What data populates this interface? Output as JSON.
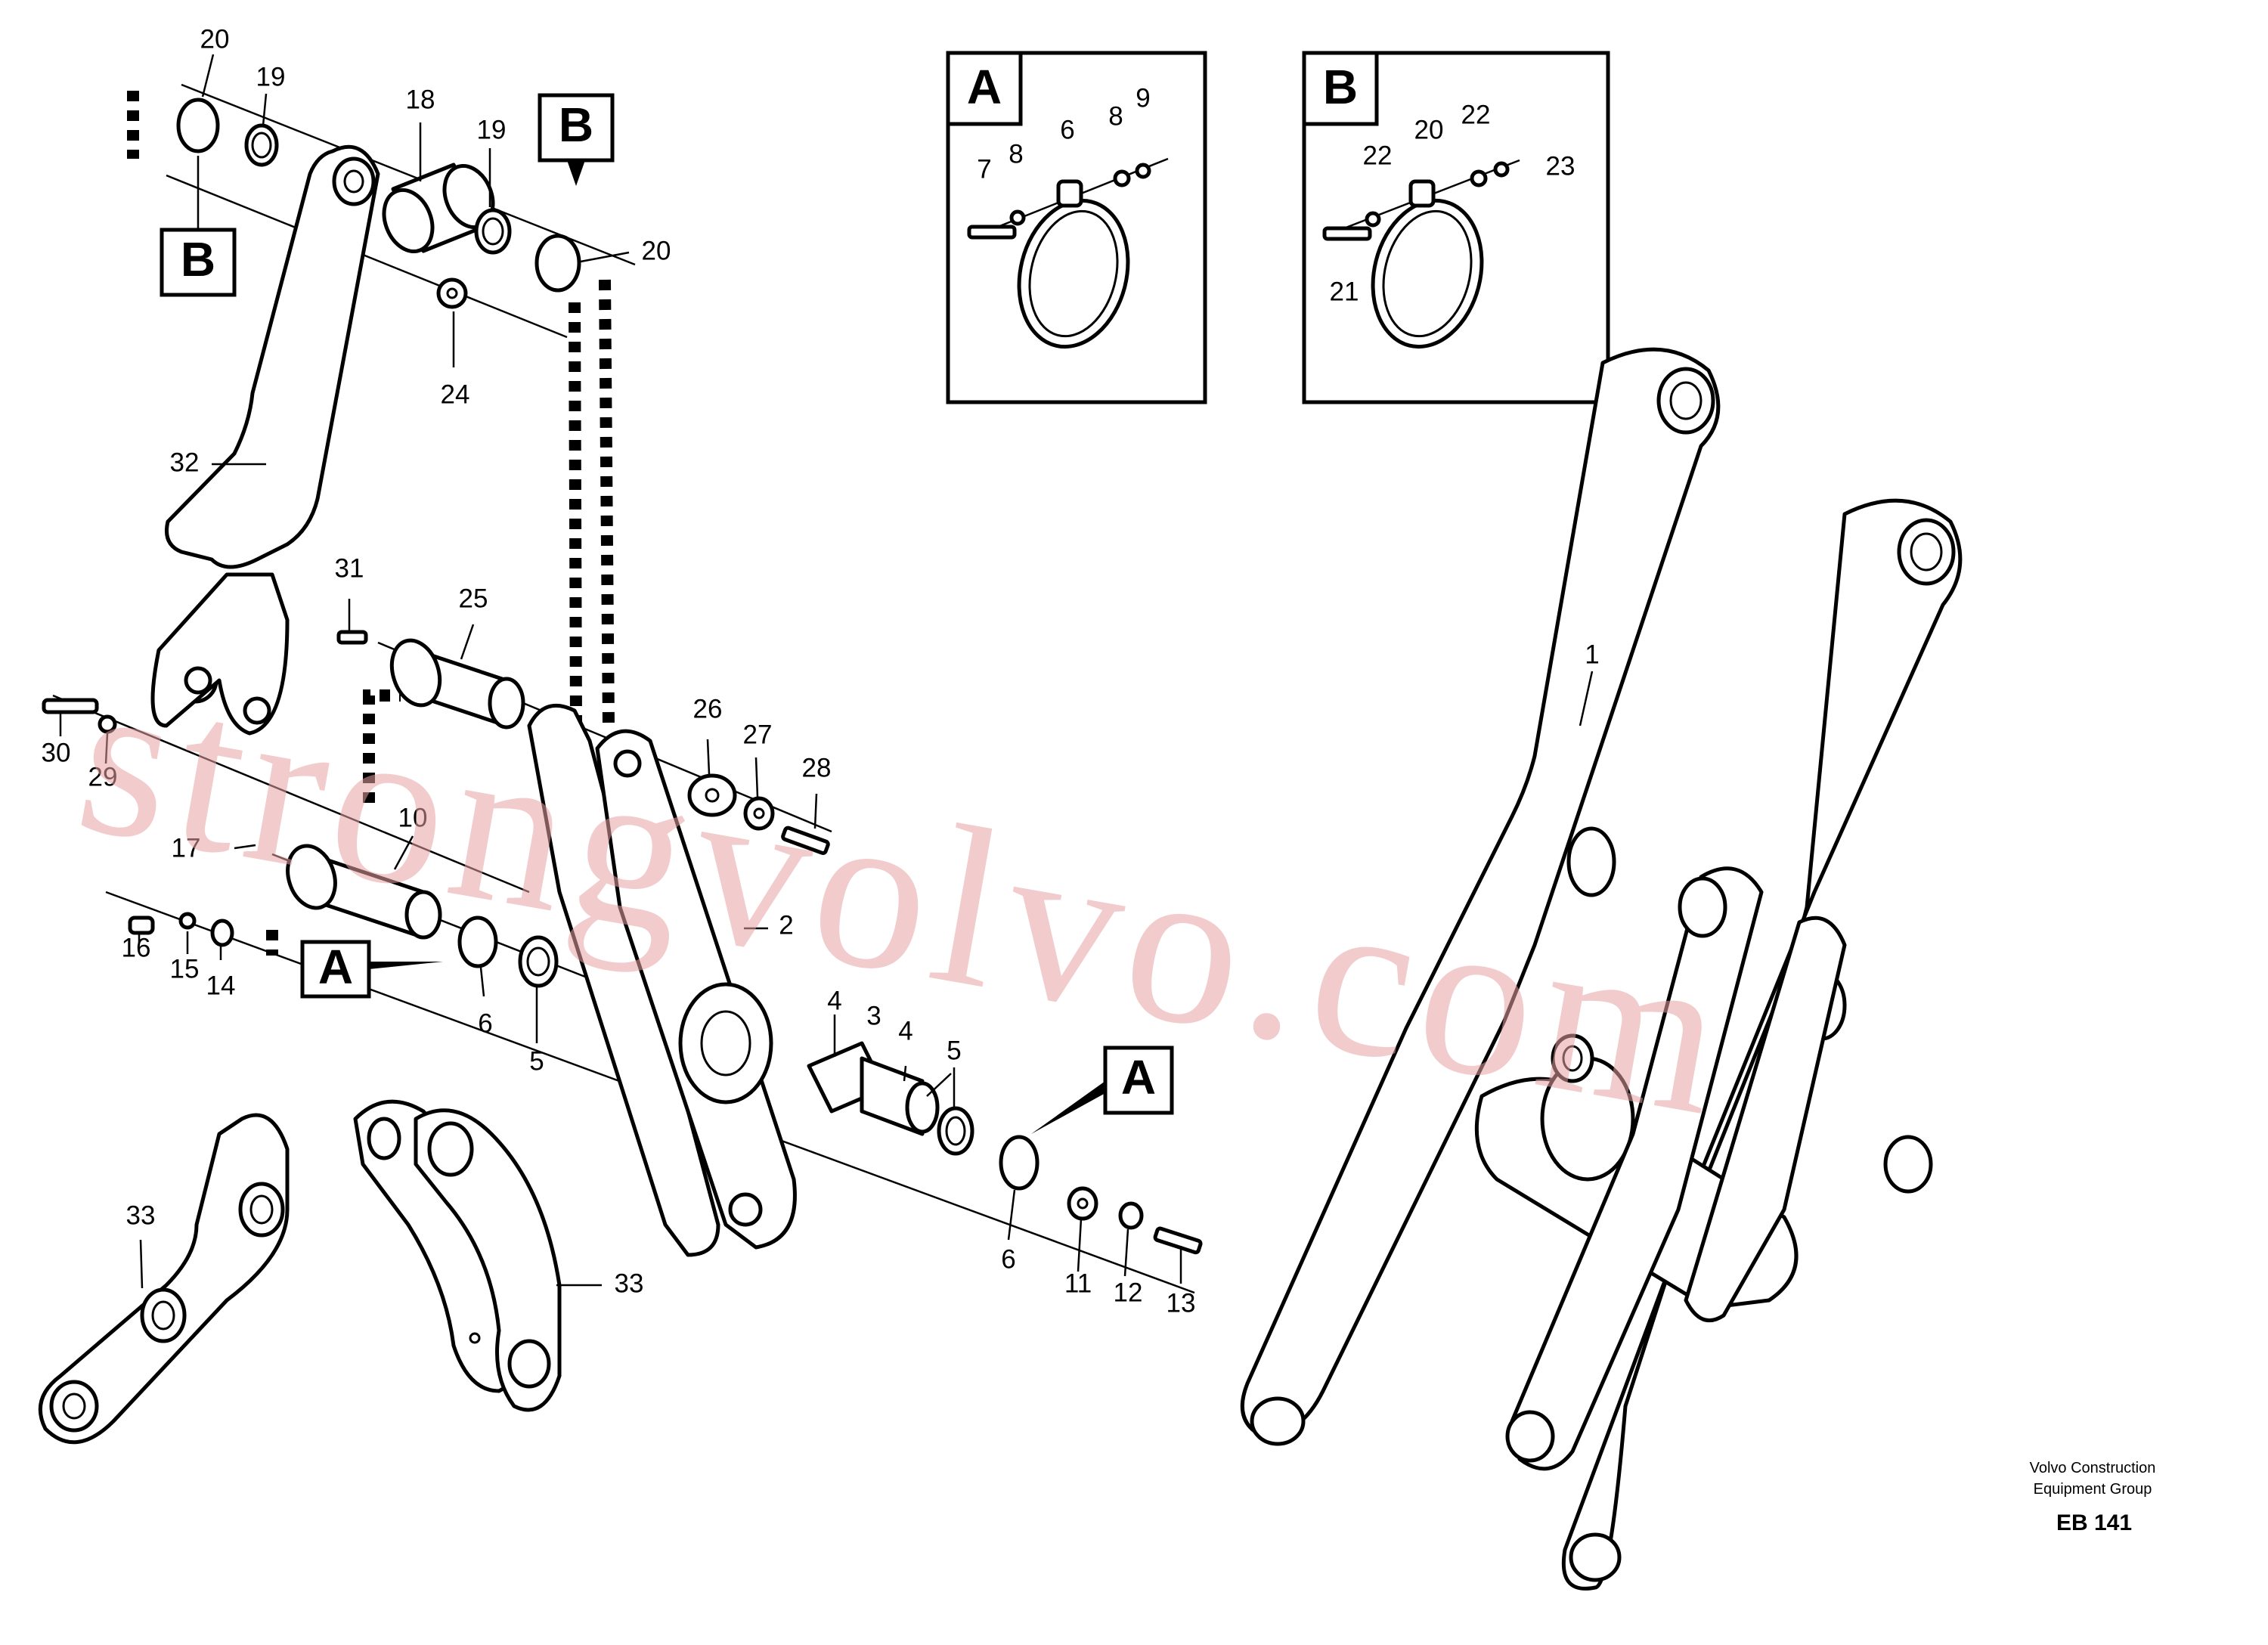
{
  "callouts": [
    {
      "id": "c20a",
      "text": "20"
    },
    {
      "id": "c19a",
      "text": "19"
    },
    {
      "id": "c18",
      "text": "18"
    },
    {
      "id": "c19b",
      "text": "19"
    },
    {
      "id": "c20b",
      "text": "20"
    },
    {
      "id": "c24",
      "text": "24"
    },
    {
      "id": "c32",
      "text": "32"
    },
    {
      "id": "c31",
      "text": "31"
    },
    {
      "id": "c25",
      "text": "25"
    },
    {
      "id": "c30",
      "text": "30"
    },
    {
      "id": "c29",
      "text": "29"
    },
    {
      "id": "c17",
      "text": "17"
    },
    {
      "id": "c10",
      "text": "10"
    },
    {
      "id": "c16",
      "text": "16"
    },
    {
      "id": "c15",
      "text": "15"
    },
    {
      "id": "c14",
      "text": "14"
    },
    {
      "id": "c6a",
      "text": "6"
    },
    {
      "id": "c5a",
      "text": "5"
    },
    {
      "id": "c26",
      "text": "26"
    },
    {
      "id": "c27",
      "text": "27"
    },
    {
      "id": "c28",
      "text": "28"
    },
    {
      "id": "c2",
      "text": "2"
    },
    {
      "id": "c4a",
      "text": "4"
    },
    {
      "id": "c3",
      "text": "3"
    },
    {
      "id": "c4b",
      "text": "4"
    },
    {
      "id": "c5b",
      "text": "5"
    },
    {
      "id": "c6b",
      "text": "6"
    },
    {
      "id": "c11",
      "text": "11"
    },
    {
      "id": "c12",
      "text": "12"
    },
    {
      "id": "c13",
      "text": "13"
    },
    {
      "id": "c33a",
      "text": "33"
    },
    {
      "id": "c33b",
      "text": "33"
    },
    {
      "id": "c1",
      "text": "1"
    },
    {
      "id": "dA7",
      "text": "7"
    },
    {
      "id": "dA8a",
      "text": "8"
    },
    {
      "id": "dA6",
      "text": "6"
    },
    {
      "id": "dA8b",
      "text": "8"
    },
    {
      "id": "dA9",
      "text": "9"
    },
    {
      "id": "dB22a",
      "text": "22"
    },
    {
      "id": "dB20",
      "text": "20"
    },
    {
      "id": "dB22b",
      "text": "22"
    },
    {
      "id": "dB23",
      "text": "23"
    },
    {
      "id": "dB21",
      "text": "21"
    }
  ],
  "reference_boxes": {
    "a_label": "A",
    "b_label": "B"
  },
  "watermark": "strongvolvo.com",
  "footer": {
    "line1": "Volvo Construction",
    "line2": "Equipment Group",
    "code": "EB 141"
  }
}
